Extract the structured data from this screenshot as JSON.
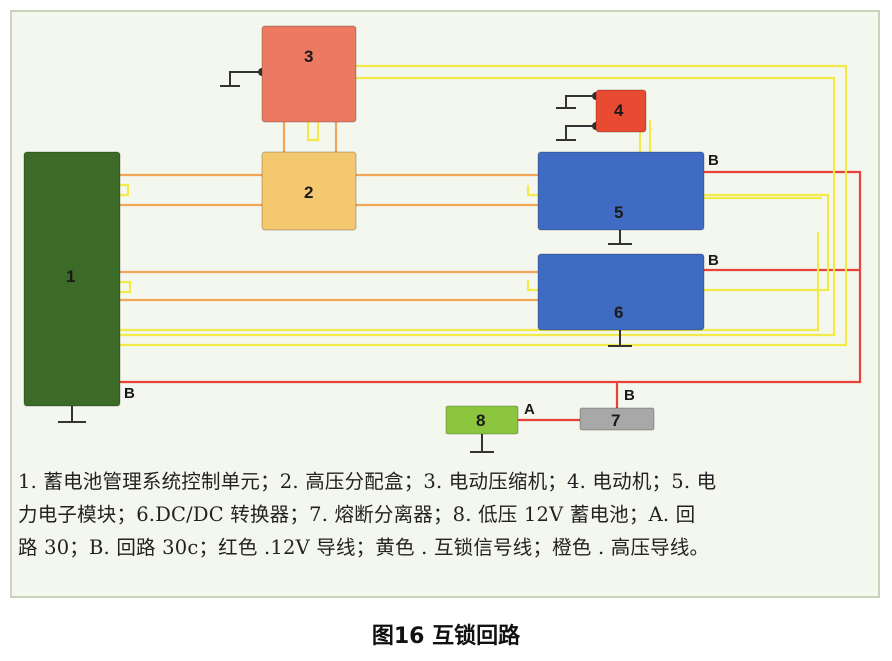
{
  "diagram": {
    "components": [
      {
        "id": "1",
        "label": "1",
        "color": "#3c6a27"
      },
      {
        "id": "2",
        "label": "2",
        "color": "#f4c86e"
      },
      {
        "id": "3",
        "label": "3",
        "color": "#ec7a63"
      },
      {
        "id": "4",
        "label": "4",
        "color": "#e84a32"
      },
      {
        "id": "5",
        "label": "5",
        "color": "#3f6cc2"
      },
      {
        "id": "6",
        "label": "6",
        "color": "#3f6cc2"
      },
      {
        "id": "7",
        "label": "7",
        "color": "#a8a8a8"
      },
      {
        "id": "8",
        "label": "8",
        "color": "#8cc63f"
      }
    ],
    "terminals": {
      "b_comp5": "B",
      "b_comp6": "B",
      "b_comp1": "B",
      "b_comp7": "B",
      "a_comp8": "A"
    },
    "wire_colors": {
      "red": "#e8423a",
      "yellow": "#f2ea4a",
      "orange": "#f3a657",
      "ground": "#333333"
    }
  },
  "caption": {
    "line1": "1. 蓄电池管理系统控制单元；2. 高压分配盒；3. 电动压缩机；4. 电动机；5. 电",
    "line2": "力电子模块；6.DC/DC 转换器；7. 熔断分离器；8. 低压 12V 蓄电池；A. 回",
    "line3": "路 30；B. 回路 30c；红色 .12V 导线；黄色 . 互锁信号线；橙色 . 高压导线。"
  },
  "figure_title": "图16 互锁回路"
}
